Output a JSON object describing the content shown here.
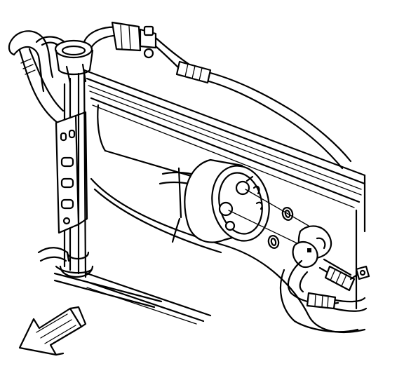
{
  "diagram": {
    "components": [
      "radiator-core",
      "radiator-side-tank",
      "mounting-bracket",
      "condenser-tubes",
      "accumulator-drier",
      "refrigerant-line-upper",
      "refrigerant-line-lower",
      "radiator-hose-upper",
      "radiator-hose-lower",
      "line-fitting-block",
      "o-ring-seals",
      "retaining-bolt"
    ],
    "icons": {
      "direction_arrow": "front-direction-arrow-icon"
    },
    "colors": {
      "line": "#000000",
      "background": "#ffffff"
    }
  }
}
